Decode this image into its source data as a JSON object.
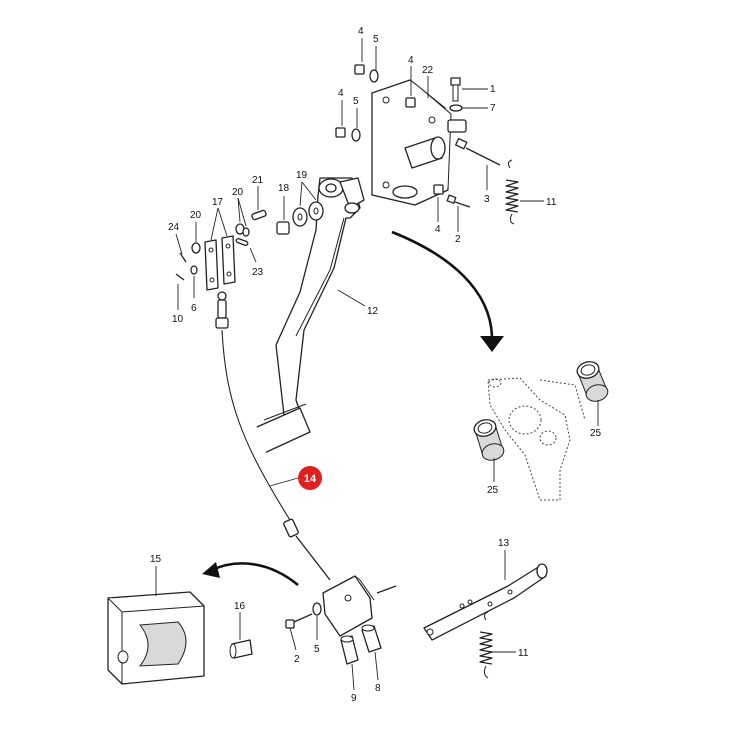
{
  "diagram": {
    "highlight_color": "#e02020",
    "callouts": [
      {
        "id": "c-4a",
        "label": "4"
      },
      {
        "id": "c-5a",
        "label": "5"
      },
      {
        "id": "c-4b",
        "label": "4"
      },
      {
        "id": "c-5b",
        "label": "5"
      },
      {
        "id": "c-4c",
        "label": "4"
      },
      {
        "id": "c-22",
        "label": "22"
      },
      {
        "id": "c-1",
        "label": "1"
      },
      {
        "id": "c-7",
        "label": "7"
      },
      {
        "id": "c-3",
        "label": "3"
      },
      {
        "id": "c-11a",
        "label": "11"
      },
      {
        "id": "c-4d",
        "label": "4"
      },
      {
        "id": "c-2a",
        "label": "2"
      },
      {
        "id": "c-19",
        "label": "19"
      },
      {
        "id": "c-18",
        "label": "18"
      },
      {
        "id": "c-21",
        "label": "21"
      },
      {
        "id": "c-20a",
        "label": "20"
      },
      {
        "id": "c-17",
        "label": "17"
      },
      {
        "id": "c-20b",
        "label": "20"
      },
      {
        "id": "c-24",
        "label": "24"
      },
      {
        "id": "c-23",
        "label": "23"
      },
      {
        "id": "c-6",
        "label": "6"
      },
      {
        "id": "c-10",
        "label": "10"
      },
      {
        "id": "c-12",
        "label": "12"
      },
      {
        "id": "c-25a",
        "label": "25"
      },
      {
        "id": "c-25b",
        "label": "25"
      },
      {
        "id": "c-14",
        "label": "14",
        "highlighted": true
      },
      {
        "id": "c-15",
        "label": "15"
      },
      {
        "id": "c-16",
        "label": "16"
      },
      {
        "id": "c-2b",
        "label": "2"
      },
      {
        "id": "c-5c",
        "label": "5"
      },
      {
        "id": "c-9",
        "label": "9"
      },
      {
        "id": "c-8",
        "label": "8"
      },
      {
        "id": "c-13",
        "label": "13"
      },
      {
        "id": "c-11b",
        "label": "11"
      }
    ]
  }
}
